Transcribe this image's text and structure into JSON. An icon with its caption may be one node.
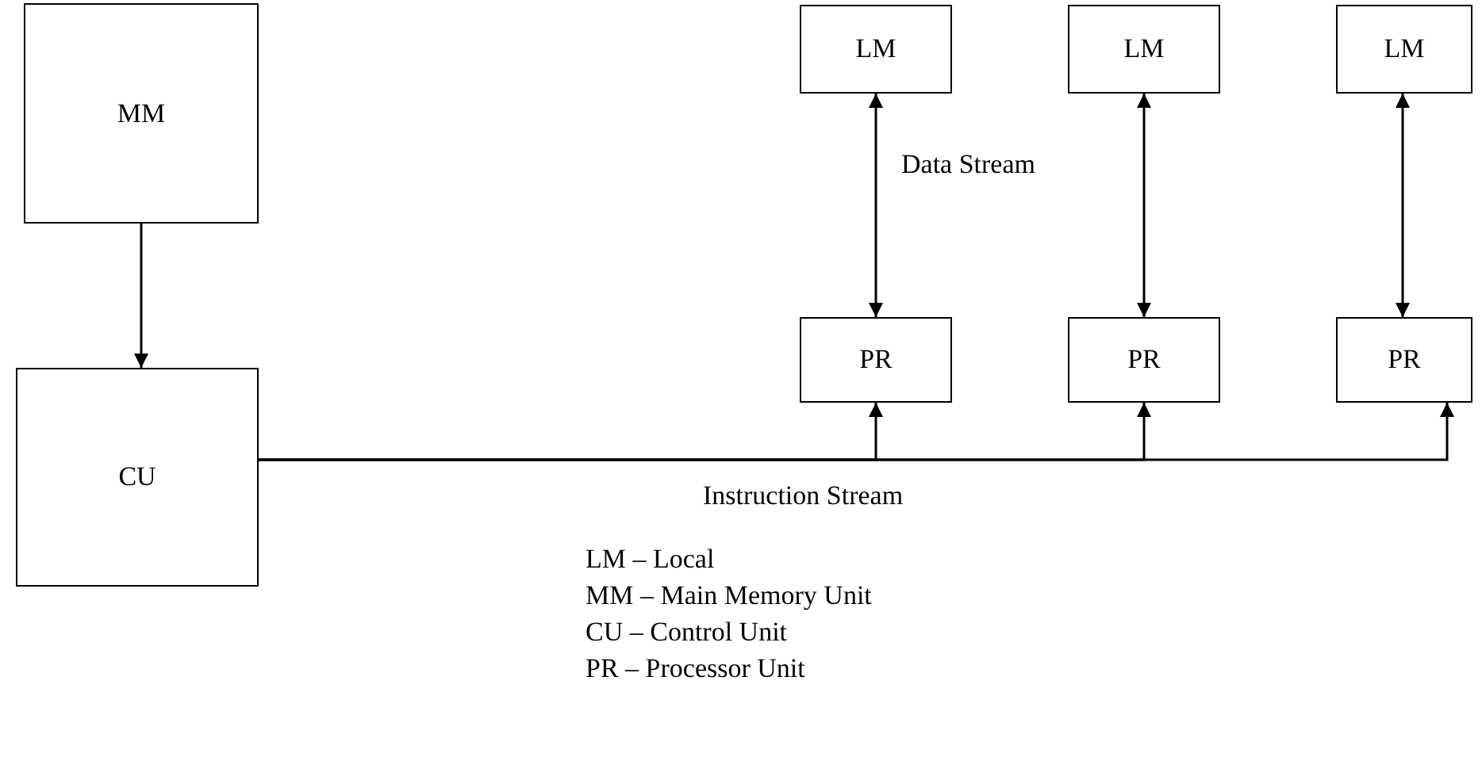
{
  "diagram": {
    "nodes": [
      {
        "text": [
          "MM"
        ]
      },
      {
        "text": [
          "LM"
        ]
      },
      {
        "text": [
          "LM"
        ]
      },
      {
        "text": [
          "LM"
        ]
      },
      {
        "text": [
          "PR"
        ]
      },
      {
        "text": [
          "PR"
        ]
      },
      {
        "text": [
          "PR"
        ]
      },
      {
        "text": [
          "CU"
        ]
      }
    ],
    "edges": [
      {
        "from": 0,
        "to": 7,
        "arrow": "to"
      },
      {
        "from": 1,
        "to": 4,
        "arrow": "both"
      },
      {
        "from": 2,
        "to": 5,
        "arrow": "both"
      },
      {
        "from": 3,
        "to": 6,
        "arrow": "both"
      },
      {
        "from": 7,
        "to": 4,
        "arrow": "to"
      },
      {
        "from": 7,
        "to": 5,
        "arrow": "to"
      },
      {
        "from": 7,
        "to": 6,
        "arrow": "to"
      }
    ],
    "labels": [
      "Data Stream",
      "Instruction Stream",
      "LM – Local",
      "MM – Main Memory Unit",
      "CU – Control Unit",
      "PR – Processor Unit"
    ]
  }
}
